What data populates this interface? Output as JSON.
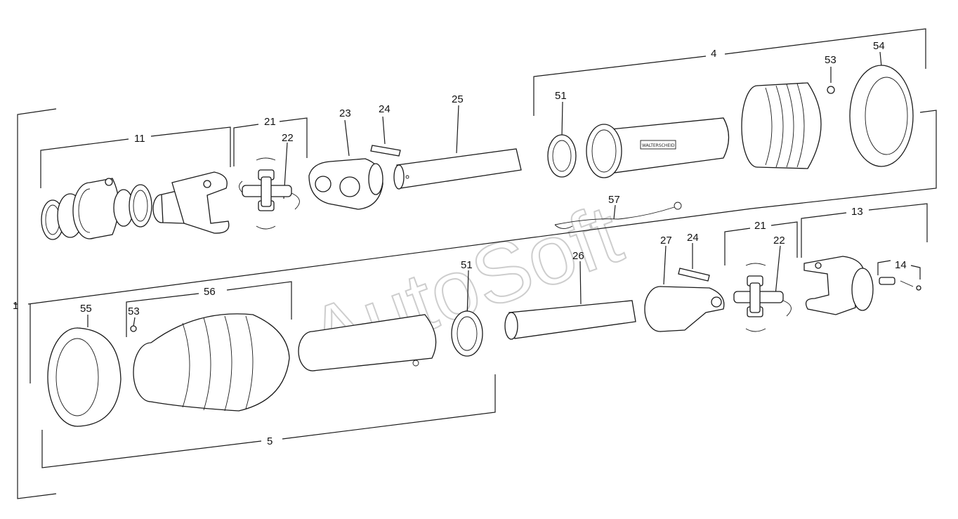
{
  "diagram": {
    "labels": {
      "l1": "1",
      "l4": "4",
      "l5": "5",
      "l11": "11",
      "l13": "13",
      "l14": "14",
      "l21a": "21",
      "l21b": "21",
      "l22a": "22",
      "l22b": "22",
      "l23": "23",
      "l24a": "24",
      "l24b": "24",
      "l25": "25",
      "l26": "26",
      "l27": "27",
      "l51a": "51",
      "l51b": "51",
      "l53a": "53",
      "l53b": "53",
      "l54": "54",
      "l55": "55",
      "l56": "56",
      "l57": "57"
    },
    "stamp": "WALTERSCHEID",
    "watermark": "AutoSoft"
  }
}
